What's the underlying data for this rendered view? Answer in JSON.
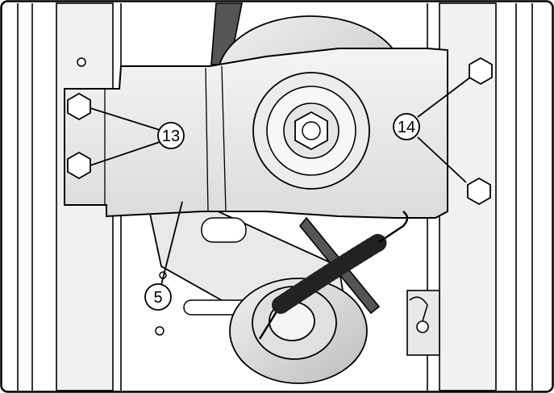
{
  "callouts": {
    "c13": "13",
    "c14": "14",
    "c5": "5"
  },
  "colors": {
    "ink": "#000000",
    "light_gray": "#e6e6e6",
    "mid_gray": "#cfcfcf",
    "dark_gray": "#8a8a8a",
    "paper": "#ffffff"
  }
}
